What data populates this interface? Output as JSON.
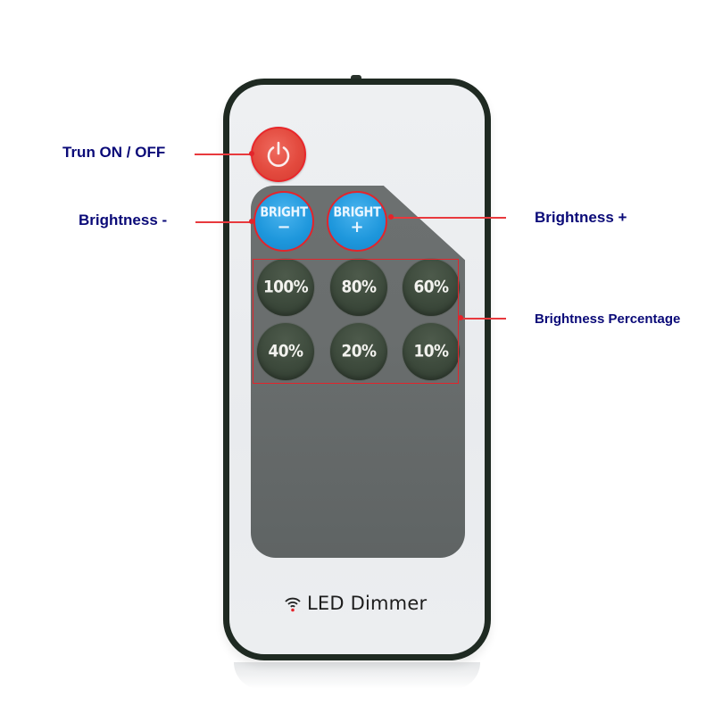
{
  "callouts": {
    "power": "Trun ON / OFF",
    "brightness_minus": "Brightness -",
    "brightness_plus": "Brightness +",
    "brightness_percentage": "Brightness Percentage"
  },
  "remote": {
    "power_button": {
      "icon": "power-icon",
      "color": "#e34a3e"
    },
    "bright_minus": {
      "label": "BRIGHT",
      "symbol": "−",
      "color": "#1e97dc"
    },
    "bright_plus": {
      "label": "BRIGHT",
      "symbol": "+",
      "color": "#1e97dc"
    },
    "percent_buttons": [
      "100%",
      "80%",
      "60%",
      "40%",
      "20%",
      "10%"
    ],
    "brand": {
      "icon": "wireless-signal-icon",
      "text": "LED Dimmer"
    }
  },
  "colors": {
    "callout_text": "#0a0a78",
    "callout_line": "#e3242b",
    "remote_border": "#1f2a22",
    "panel": "#6a6e6e",
    "percent_button": "#3d4a3c"
  }
}
